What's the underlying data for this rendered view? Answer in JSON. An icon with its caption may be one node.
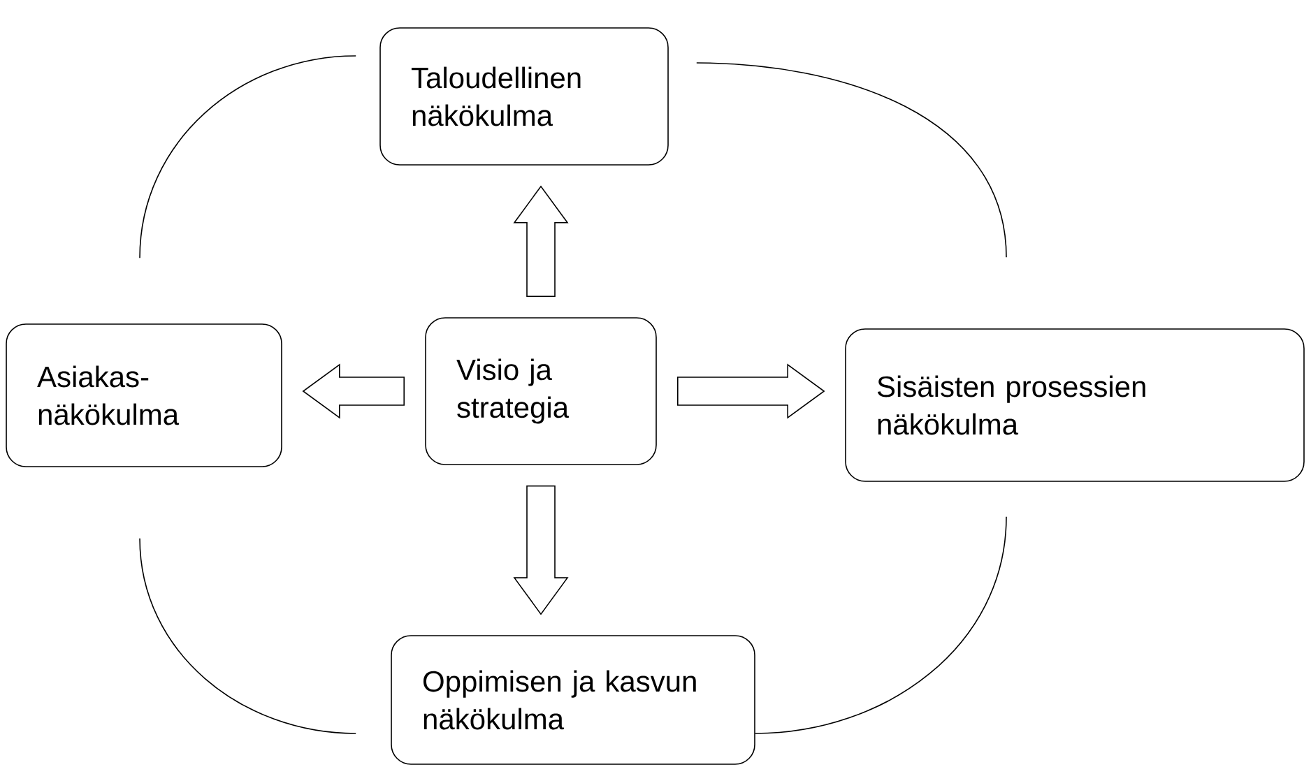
{
  "diagram": {
    "nodes": [
      {
        "text": [
          "Taloudellinen näkökulma"
        ]
      },
      {
        "text": [
          "Asiakas- näkökulma"
        ]
      },
      {
        "text": [
          "Visio ja strategia"
        ]
      },
      {
        "text": [
          "Sisäisten prosessien näkökulma"
        ]
      },
      {
        "text": [
          "Oppimisen ja kasvun näkökulma"
        ]
      }
    ],
    "edges": [
      {
        "from": 2,
        "to": 0,
        "arrow": "to"
      },
      {
        "from": 2,
        "to": 1,
        "arrow": "to"
      },
      {
        "from": 2,
        "to": 3,
        "arrow": "to"
      },
      {
        "from": 2,
        "to": 4,
        "arrow": "to"
      },
      {
        "from": 0,
        "to": 1,
        "arrow": "none"
      },
      {
        "from": 0,
        "to": 3,
        "arrow": "none"
      },
      {
        "from": 1,
        "to": 4,
        "arrow": "none"
      },
      {
        "from": 3,
        "to": 4,
        "arrow": "none"
      }
    ]
  }
}
